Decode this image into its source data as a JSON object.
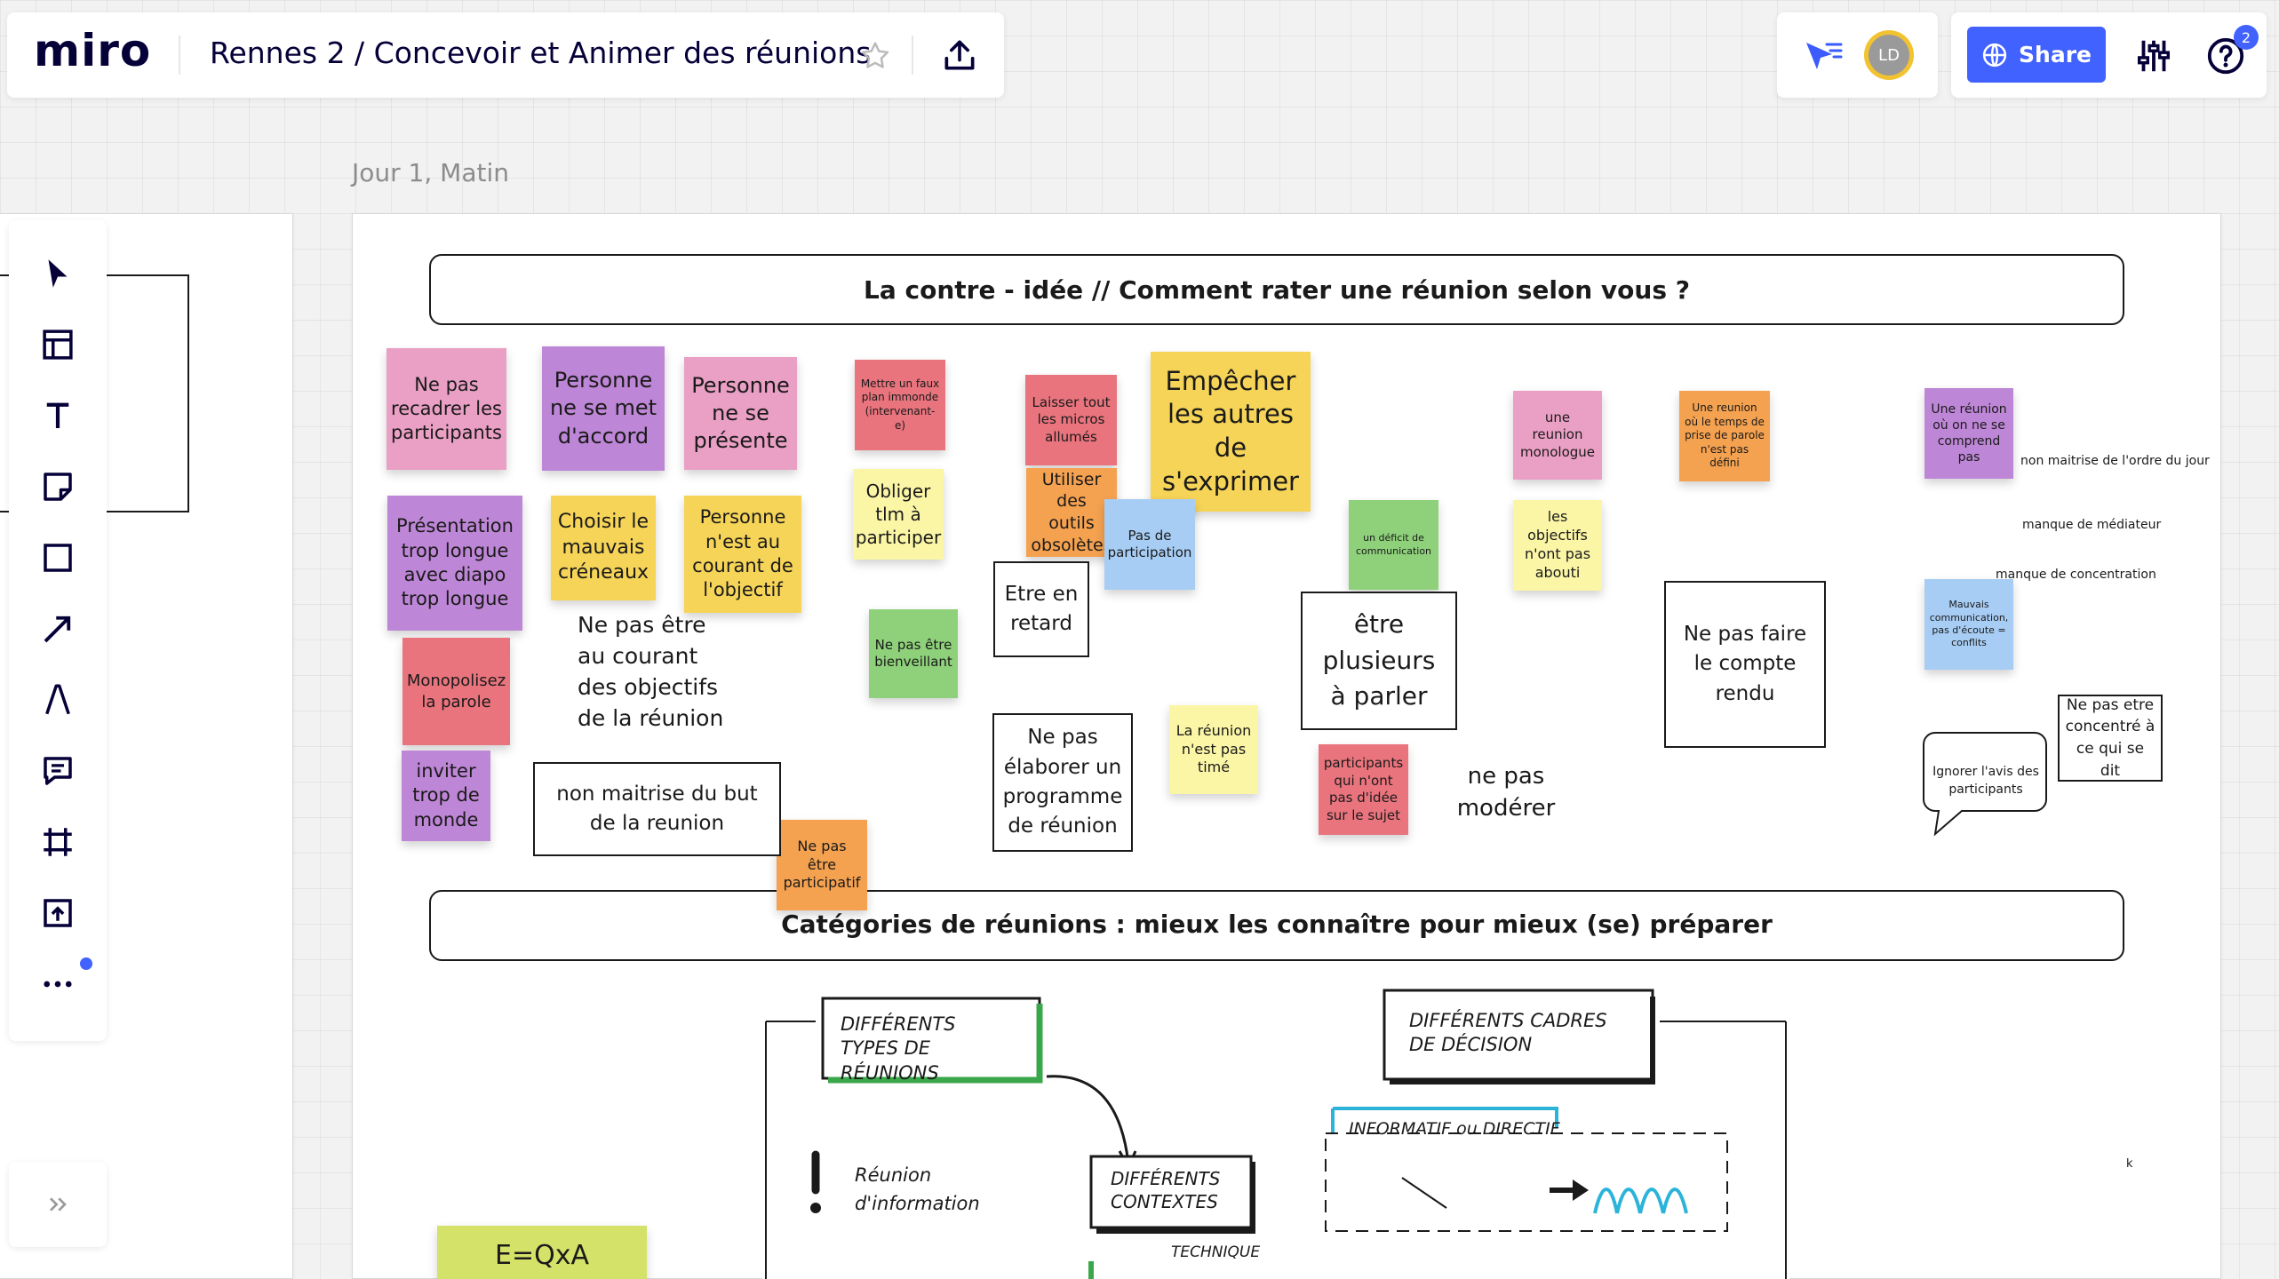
{
  "topbar": {
    "logo": "miro",
    "board_title": "Rennes 2 / Concevoir et Animer des réunions",
    "star_icon": "star-icon",
    "export_icon": "upload-icon"
  },
  "collab": {
    "reactions_icon": "cursor-follow-icon",
    "avatar_initials": "LD",
    "share_label": "Share",
    "settings_icon": "sliders-icon",
    "help_icon": "question-icon",
    "help_badge": "2"
  },
  "toolbar": {
    "tools": [
      "select-icon",
      "templates-icon",
      "text-icon",
      "sticky-note-icon",
      "shape-icon",
      "arrow-icon",
      "pen-icon",
      "comment-icon",
      "frame-icon",
      "upload-icon",
      "more-icon"
    ],
    "expand_icon": "double-chevron-right-icon"
  },
  "board": {
    "frame_label": "Jour 1, Matin",
    "header1": "La contre - idée  //  Comment rater une réunion selon vous ?",
    "header2": "Catégories de réunions : mieux les connaître pour mieux (se) préparer",
    "colors": {
      "pink": "#ea9fc4",
      "violet": "#be86d6",
      "red": "#e9747d",
      "yellow": "#f6d458",
      "light_yellow": "#fbf6a6",
      "orange": "#f5a250",
      "green": "#8ed17a",
      "blue": "#a7cdf4"
    },
    "stickies": {
      "s1": "Ne pas recadrer les participants",
      "s2": "Personne ne se met d'accord",
      "s3": "Personne ne se présente",
      "s4": "Mettre un faux plan immonde (intervenant-e)",
      "s5": "Laisser tout les micros allumés",
      "s6": "Empêcher les autres de s'exprimer",
      "s7": "une reunion monologue",
      "s8": "Une reunion où le temps de prise de parole n'est pas défini",
      "s9": "Une réunion où on ne se comprend pas",
      "s10": "Présentation trop longue avec diapo trop longue",
      "s11": "Choisir le mauvais créneaux",
      "s12": "Personne n'est au courant de l'objectif",
      "s13": "Obliger tlm à participer",
      "s14": "Utiliser des outils obsolètes",
      "s15": "Pas de participation",
      "s16": "un déficit de communication",
      "s17": "les objectifs n'ont pas abouti",
      "s18": "Monopolisez la parole",
      "s19": "Ne pas être bienveillant",
      "s20": "Mauvais communication, pas d'écoute = conflits",
      "s21": "inviter trop de monde",
      "s22": "La réunion n'est pas timé",
      "s23": "participants qui n'ont pas d'idée sur le sujet",
      "s24": "Ne pas être participatif"
    },
    "texts": {
      "t1": "Ne pas être au courant des objectifs de la réunion",
      "t2": "ne pas modérer",
      "t3": "non maitrise de l'ordre du jour",
      "t4": "manque de médiateur",
      "t5": "manque de concentration",
      "t6": "k"
    },
    "boxes": {
      "b1": "Etre en retard",
      "b2": "être plusieurs à parler",
      "b3": "Ne pas faire le compte rendu",
      "b4": "Ne pas élaborer un programme de réunion",
      "b5": "non maitrise du but de la reunion",
      "b6": "Ne pas etre concentré à ce qui se dit"
    },
    "bubble": "Ignorer l'avis des participants",
    "sketch": {
      "types": "DIFFÉRENTS TYPES DE RÉUNIONS",
      "cadres": "DIFFÉRENTS CADRES DE DÉCISION",
      "contextes": "DIFFÉRENTS CONTEXTES",
      "info": "Réunion d'information",
      "informatif": "INFORMATIF ou DIRECTIF",
      "technique": "TECHNIQUE",
      "formula": "E=QxA"
    }
  }
}
